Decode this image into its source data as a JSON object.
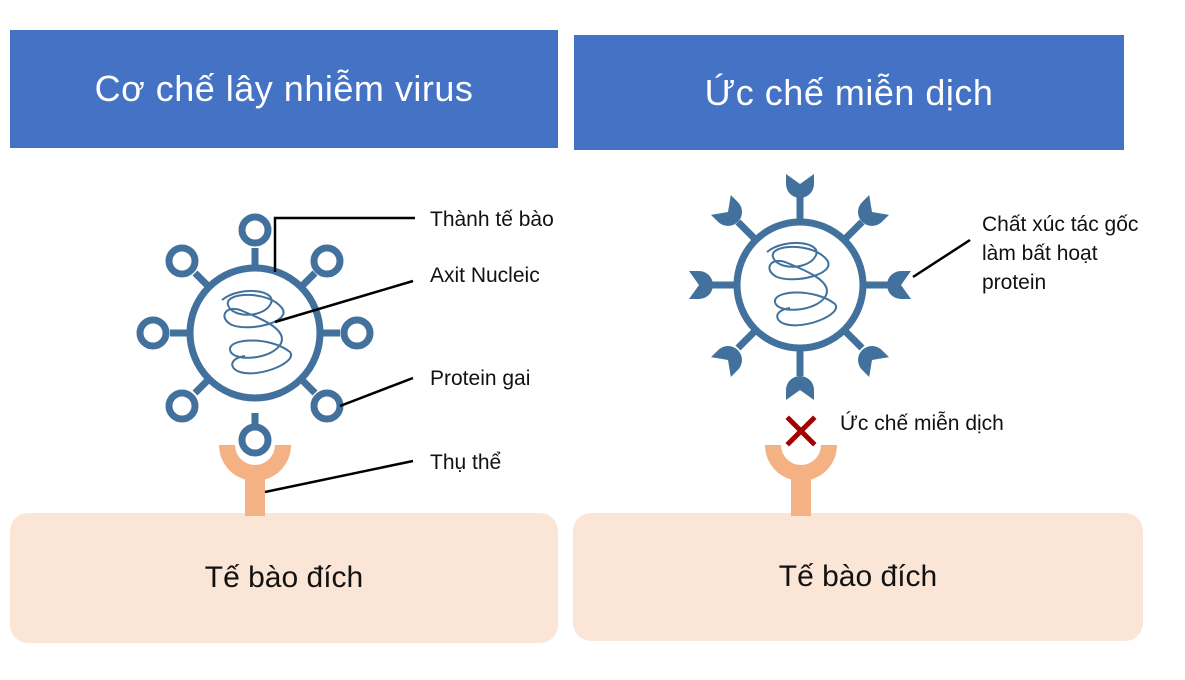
{
  "left_panel": {
    "title": "Cơ chế lây nhiễm virus",
    "labels": {
      "cell_wall": "Thành tế bào",
      "nucleic_acid": "Axit Nucleic",
      "spike_protein": "Protein gai",
      "receptor": "Thụ thể"
    },
    "target_cell": "Tế bào đích"
  },
  "right_panel": {
    "title": "Ức chế miễn dịch",
    "labels": {
      "catalyst_line1": "Chất xúc tác gốc",
      "catalyst_line2": "làm bất hoạt",
      "catalyst_line3": "protein",
      "inhibition": "Ức chế miễn dịch"
    },
    "target_cell": "Tế bào đích"
  },
  "colors": {
    "header": "#4472c4",
    "virus": "#41719c",
    "receptor": "#f4b183",
    "cell": "#fbe5d6",
    "cross": "#a50000"
  }
}
